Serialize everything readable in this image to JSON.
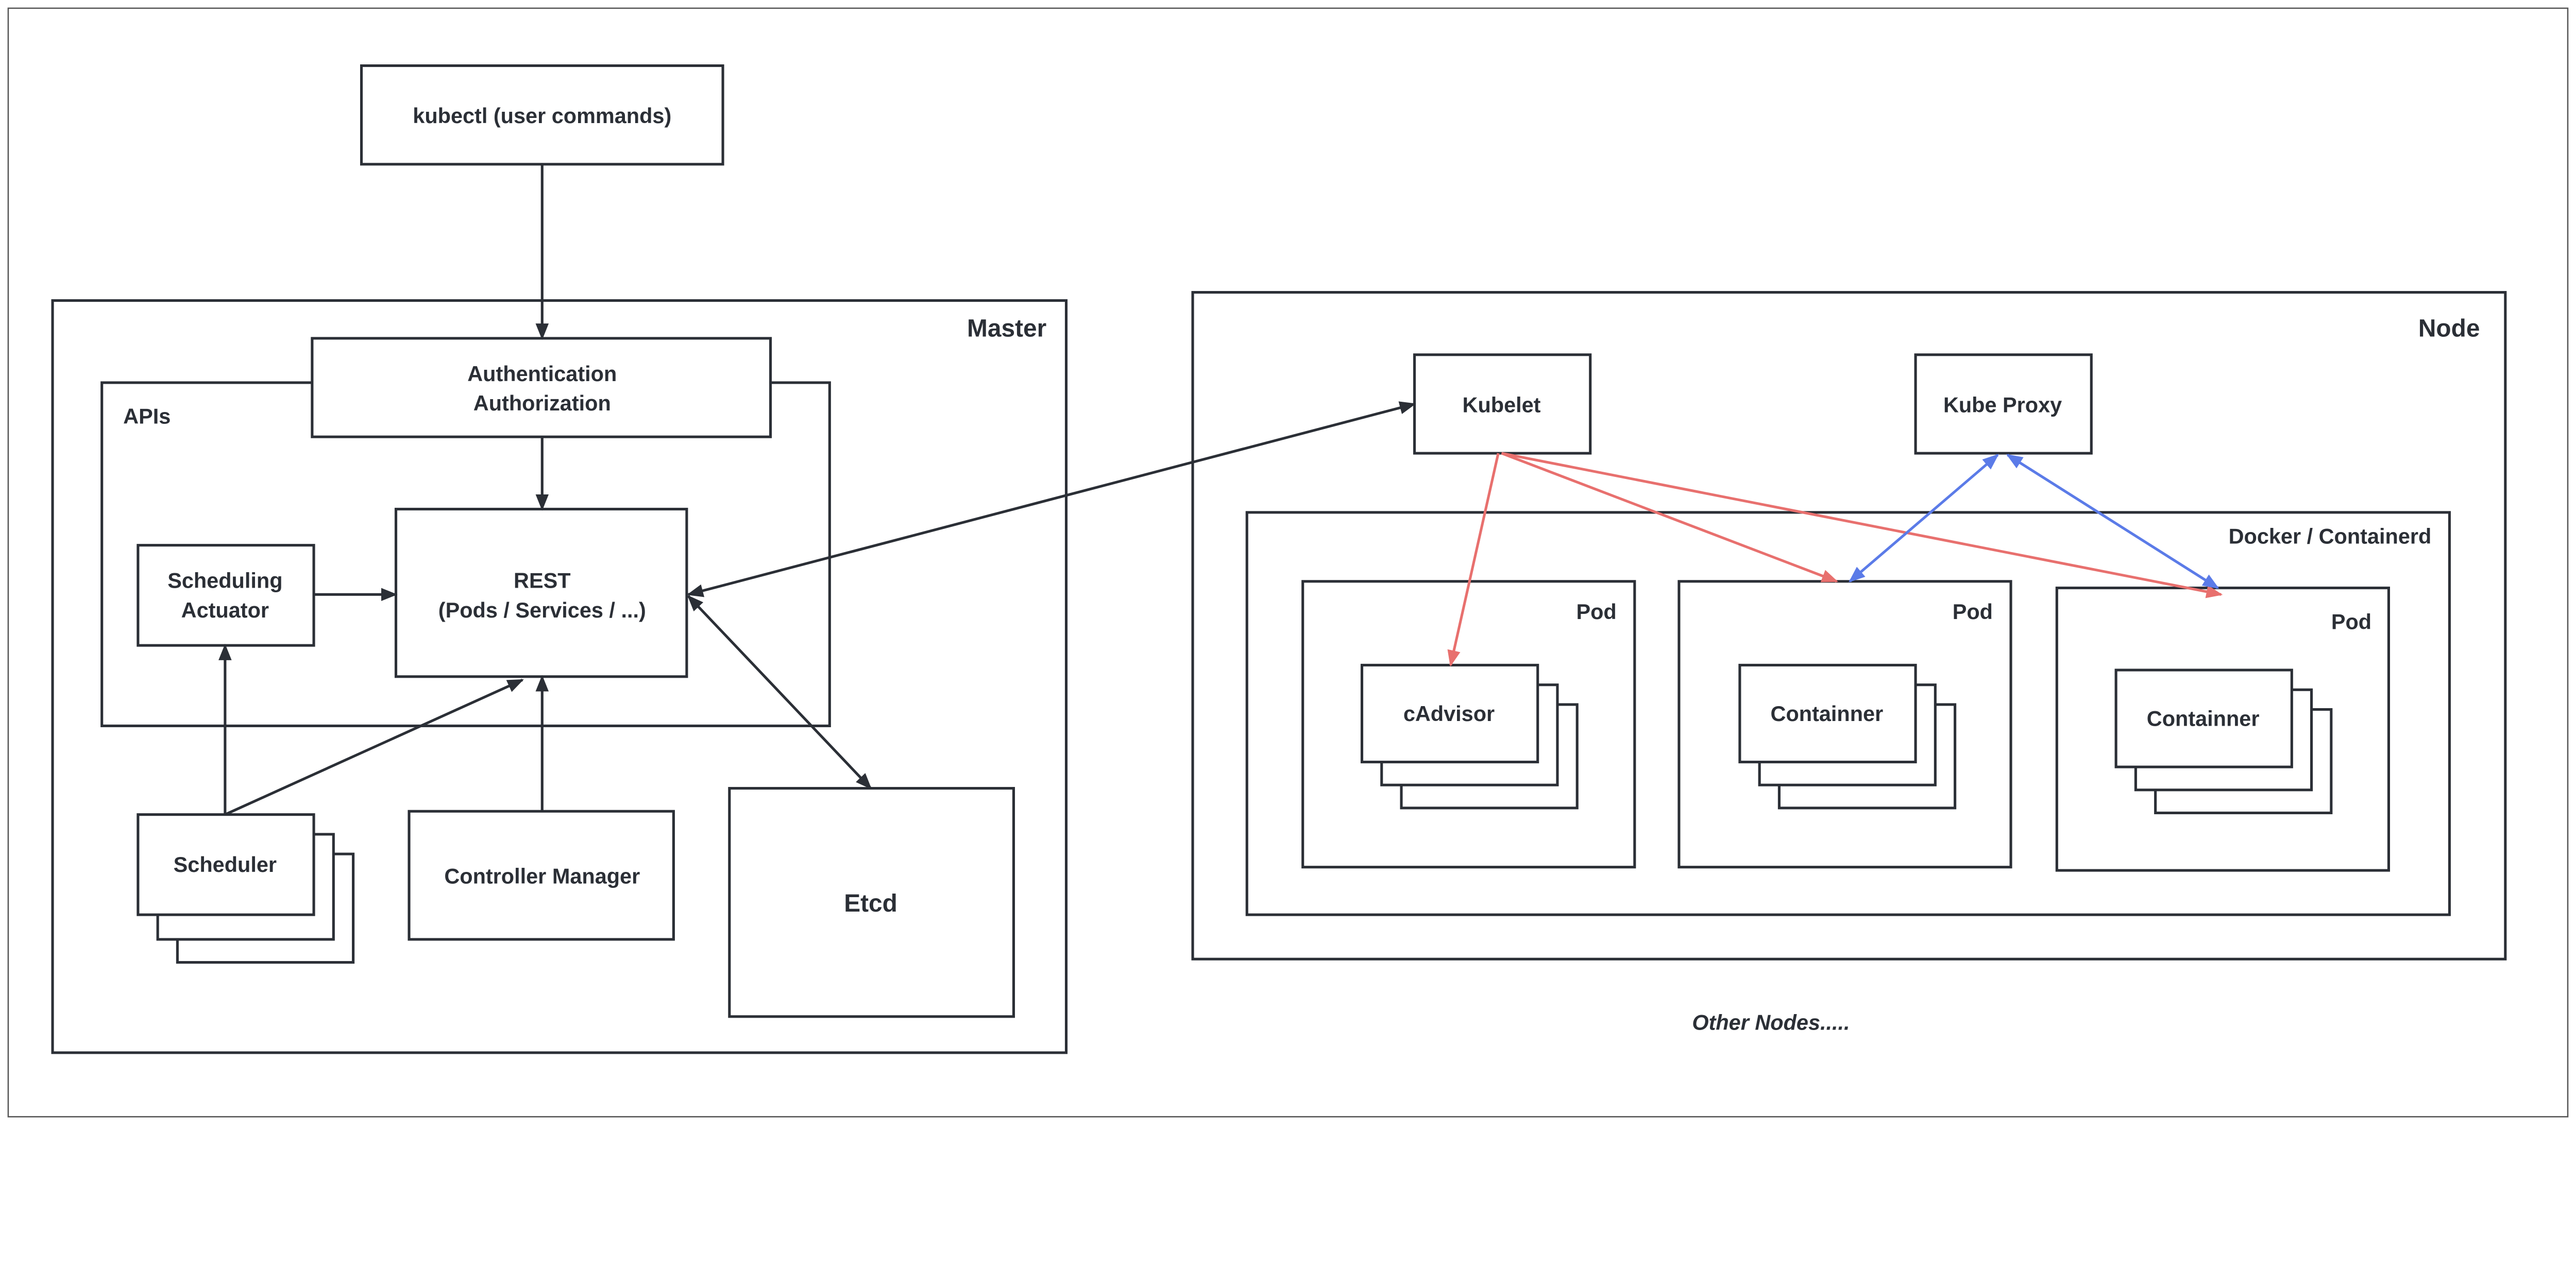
{
  "colors": {
    "line": "#2b2f36",
    "kubelet_arrows": "#e8706e",
    "proxy_arrows": "#5b7be8"
  },
  "kubectl": "kubectl (user commands)",
  "master": {
    "label": "Master",
    "apis_label": "APIs",
    "auth": [
      "Authentication",
      "Authorization"
    ],
    "rest": [
      "REST",
      "(Pods / Services / ...)"
    ],
    "scheduling_actuator": [
      "Scheduling",
      "Actuator"
    ],
    "scheduler": "Scheduler",
    "controller_manager": "Controller Manager",
    "etcd": "Etcd"
  },
  "node": {
    "label": "Node",
    "kubelet": "Kubelet",
    "kube_proxy": "Kube Proxy",
    "runtime_label": "Docker /  Containerd",
    "pods": [
      {
        "label": "Pod",
        "content": "cAdvisor"
      },
      {
        "label": "Pod",
        "content": "Containner"
      },
      {
        "label": "Pod",
        "content": "Containner"
      }
    ]
  },
  "other_nodes": "Other Nodes....."
}
